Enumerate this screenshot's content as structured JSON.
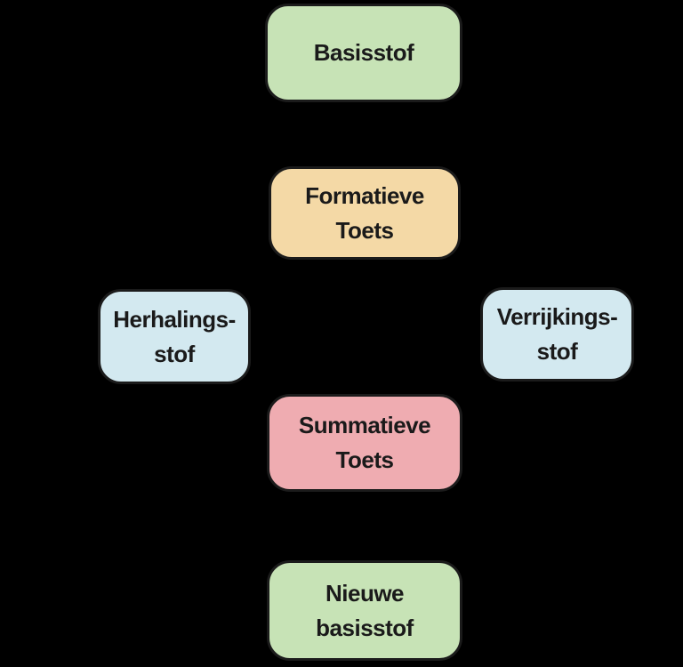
{
  "page": {
    "background_color": "#000000"
  },
  "diagram": {
    "style": "hand-drawn flowchart",
    "border_color": "#1b1b1b",
    "text_color": "#1a1a1a",
    "colors": {
      "green": "#c7e3b6",
      "tan": "#f4d9a6",
      "blue": "#d3e9f0",
      "pink": "#efacb1"
    },
    "nodes": [
      {
        "id": "basisstof",
        "line1": "Basisstof",
        "line2": "",
        "fill": "#c7e3b6"
      },
      {
        "id": "formatieve-toets",
        "line1": "Formatieve",
        "line2": "Toets",
        "fill": "#f4d9a6"
      },
      {
        "id": "herhalings-stof",
        "line1": "Herhalings-",
        "line2": "stof",
        "fill": "#d3e9f0"
      },
      {
        "id": "verrijkings-stof",
        "line1": "Verrijkings-",
        "line2": "stof",
        "fill": "#d3e9f0"
      },
      {
        "id": "summatieve-toets",
        "line1": "Summatieve",
        "line2": "Toets",
        "fill": "#efacb1"
      },
      {
        "id": "nieuwe-basisstof",
        "line1": "Nieuwe",
        "line2": "basisstof",
        "fill": "#c7e3b6"
      }
    ]
  }
}
